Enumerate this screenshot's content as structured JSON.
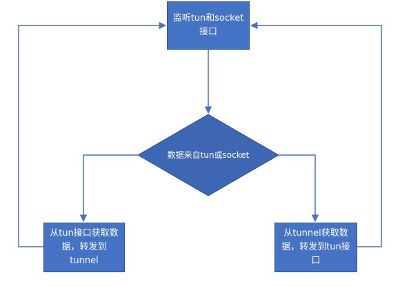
{
  "nodes": {
    "listen": {
      "text": "监听tun和socket接口"
    },
    "decision": {
      "text": "数据来自tun或socket"
    },
    "from_tun": {
      "text": "从tun接口获取数据，转发到tunnel"
    },
    "from_tunnel": {
      "text": "从tunnel获取数据，转发到tun接口"
    }
  },
  "colors": {
    "fill": "#4472c4",
    "decision_fill": "#3d67b2",
    "stroke": "#2f528f",
    "connector": "#4472c4",
    "text": "#ffffff"
  }
}
